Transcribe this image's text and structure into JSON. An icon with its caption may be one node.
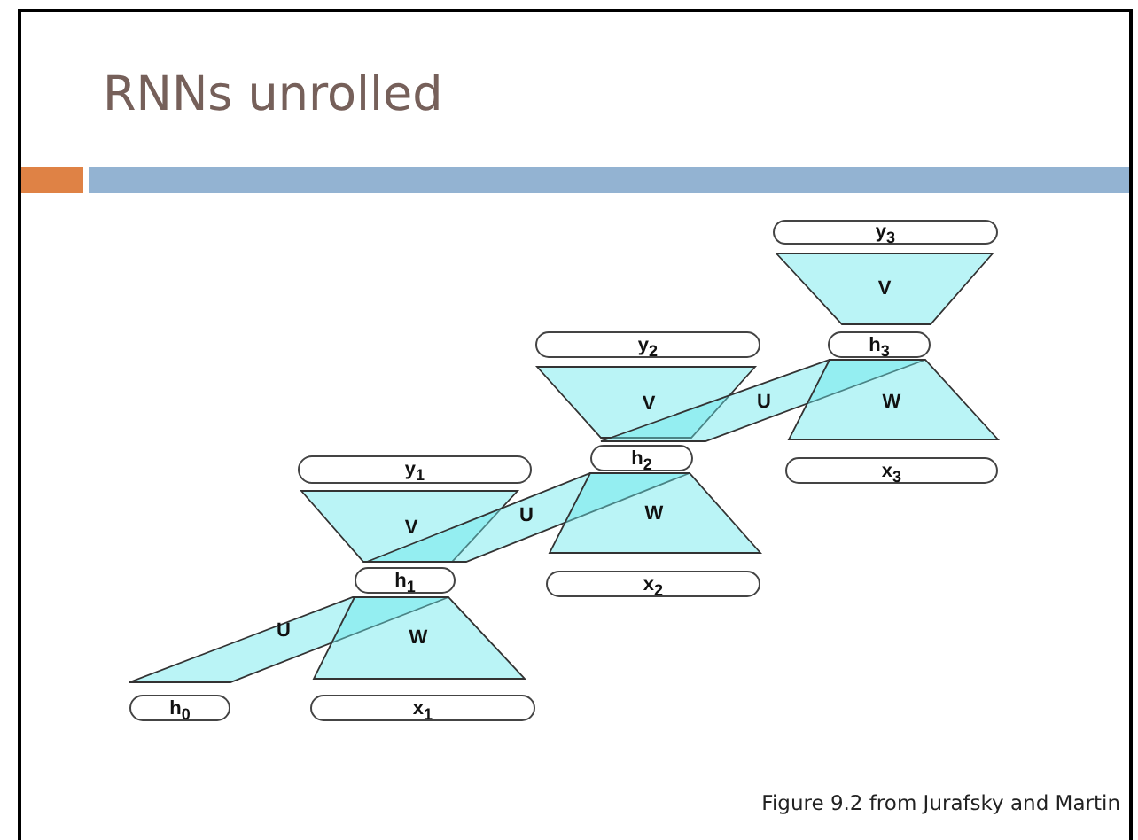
{
  "diagram": {
    "title": "RNNs unrolled",
    "caption": "Figure 9.2 from Jurafsky and Martin",
    "nodes": [
      {
        "text": [
          "h$_{0}$"
        ]
      },
      {
        "text": [
          "U"
        ]
      },
      {
        "text": [
          "y$_{1}$"
        ]
      },
      {
        "text": [
          "V"
        ]
      },
      {
        "text": [
          "h$_{1}$"
        ]
      },
      {
        "text": [
          "W"
        ]
      },
      {
        "text": [
          "x$_{1}$"
        ]
      },
      {
        "text": [
          "U"
        ]
      },
      {
        "text": [
          "y$_{2}$"
        ]
      },
      {
        "text": [
          "V"
        ]
      },
      {
        "text": [
          "h$_{2}$"
        ]
      },
      {
        "text": [
          "W"
        ]
      },
      {
        "text": [
          "x$_{2}$"
        ]
      },
      {
        "text": [
          "U"
        ]
      },
      {
        "text": [
          "y$_{3}$"
        ]
      },
      {
        "text": [
          "V"
        ]
      },
      {
        "text": [
          "h$_{3}$"
        ]
      },
      {
        "text": [
          "W"
        ]
      },
      {
        "text": [
          "x$_{3}$"
        ]
      }
    ]
  }
}
